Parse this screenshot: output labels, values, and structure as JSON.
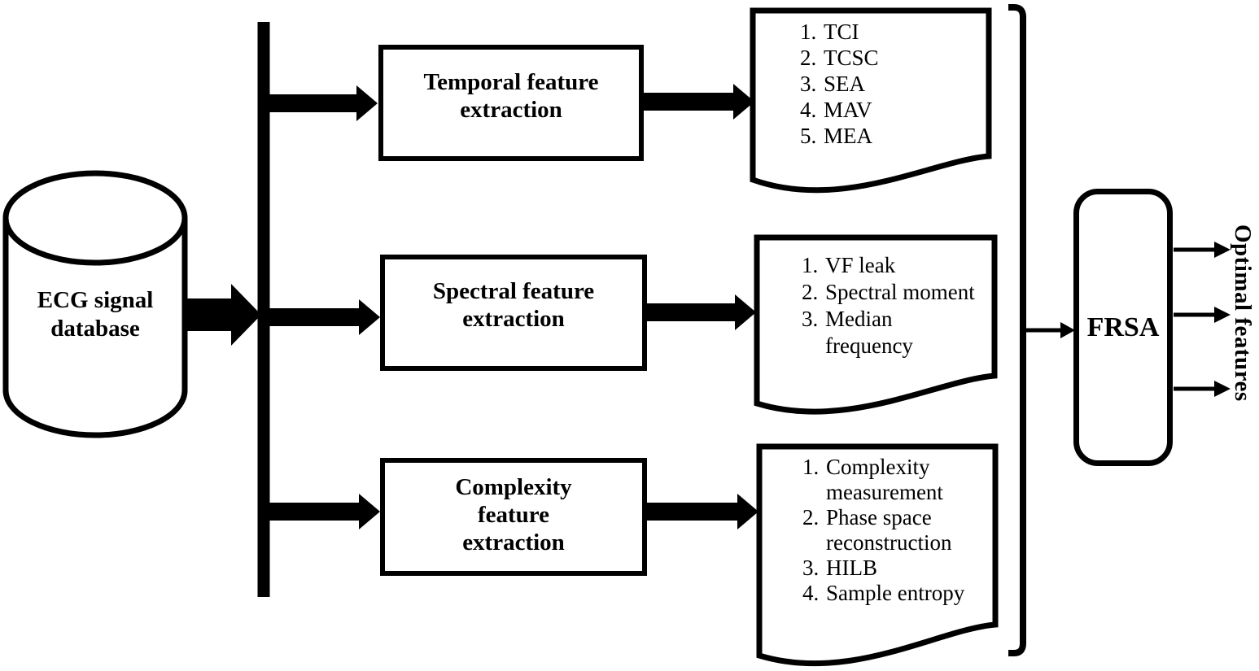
{
  "colors": {
    "ink": "#000000",
    "background": "#ffffff"
  },
  "diagram": {
    "database": {
      "label": "ECG signal\ndatabase"
    },
    "processes": [
      {
        "label": "Temporal feature\nextraction"
      },
      {
        "label": "Spectral feature\nextraction"
      },
      {
        "label": "Complexity\nfeature\nextraction"
      }
    ],
    "documents": [
      {
        "items": [
          {
            "num": "1.",
            "text": "TCI"
          },
          {
            "num": "2.",
            "text": "TCSC"
          },
          {
            "num": "3.",
            "text": "SEA"
          },
          {
            "num": "4.",
            "text": "MAV"
          },
          {
            "num": "5.",
            "text": "MEA"
          }
        ]
      },
      {
        "items": [
          {
            "num": "1.",
            "text": "VF leak"
          },
          {
            "num": "2.",
            "text": "Spectral moment"
          },
          {
            "num": "3.",
            "text": "Median\nfrequency"
          }
        ]
      },
      {
        "items": [
          {
            "num": "1.",
            "text": "Complexity\nmeasurement"
          },
          {
            "num": "2.",
            "text": "Phase space\nreconstruction"
          },
          {
            "num": "3.",
            "text": "HILB"
          },
          {
            "num": "4.",
            "text": "Sample entropy"
          }
        ]
      }
    ],
    "selector": {
      "label": "FRSA"
    },
    "output": {
      "label": "Optimal features"
    }
  }
}
